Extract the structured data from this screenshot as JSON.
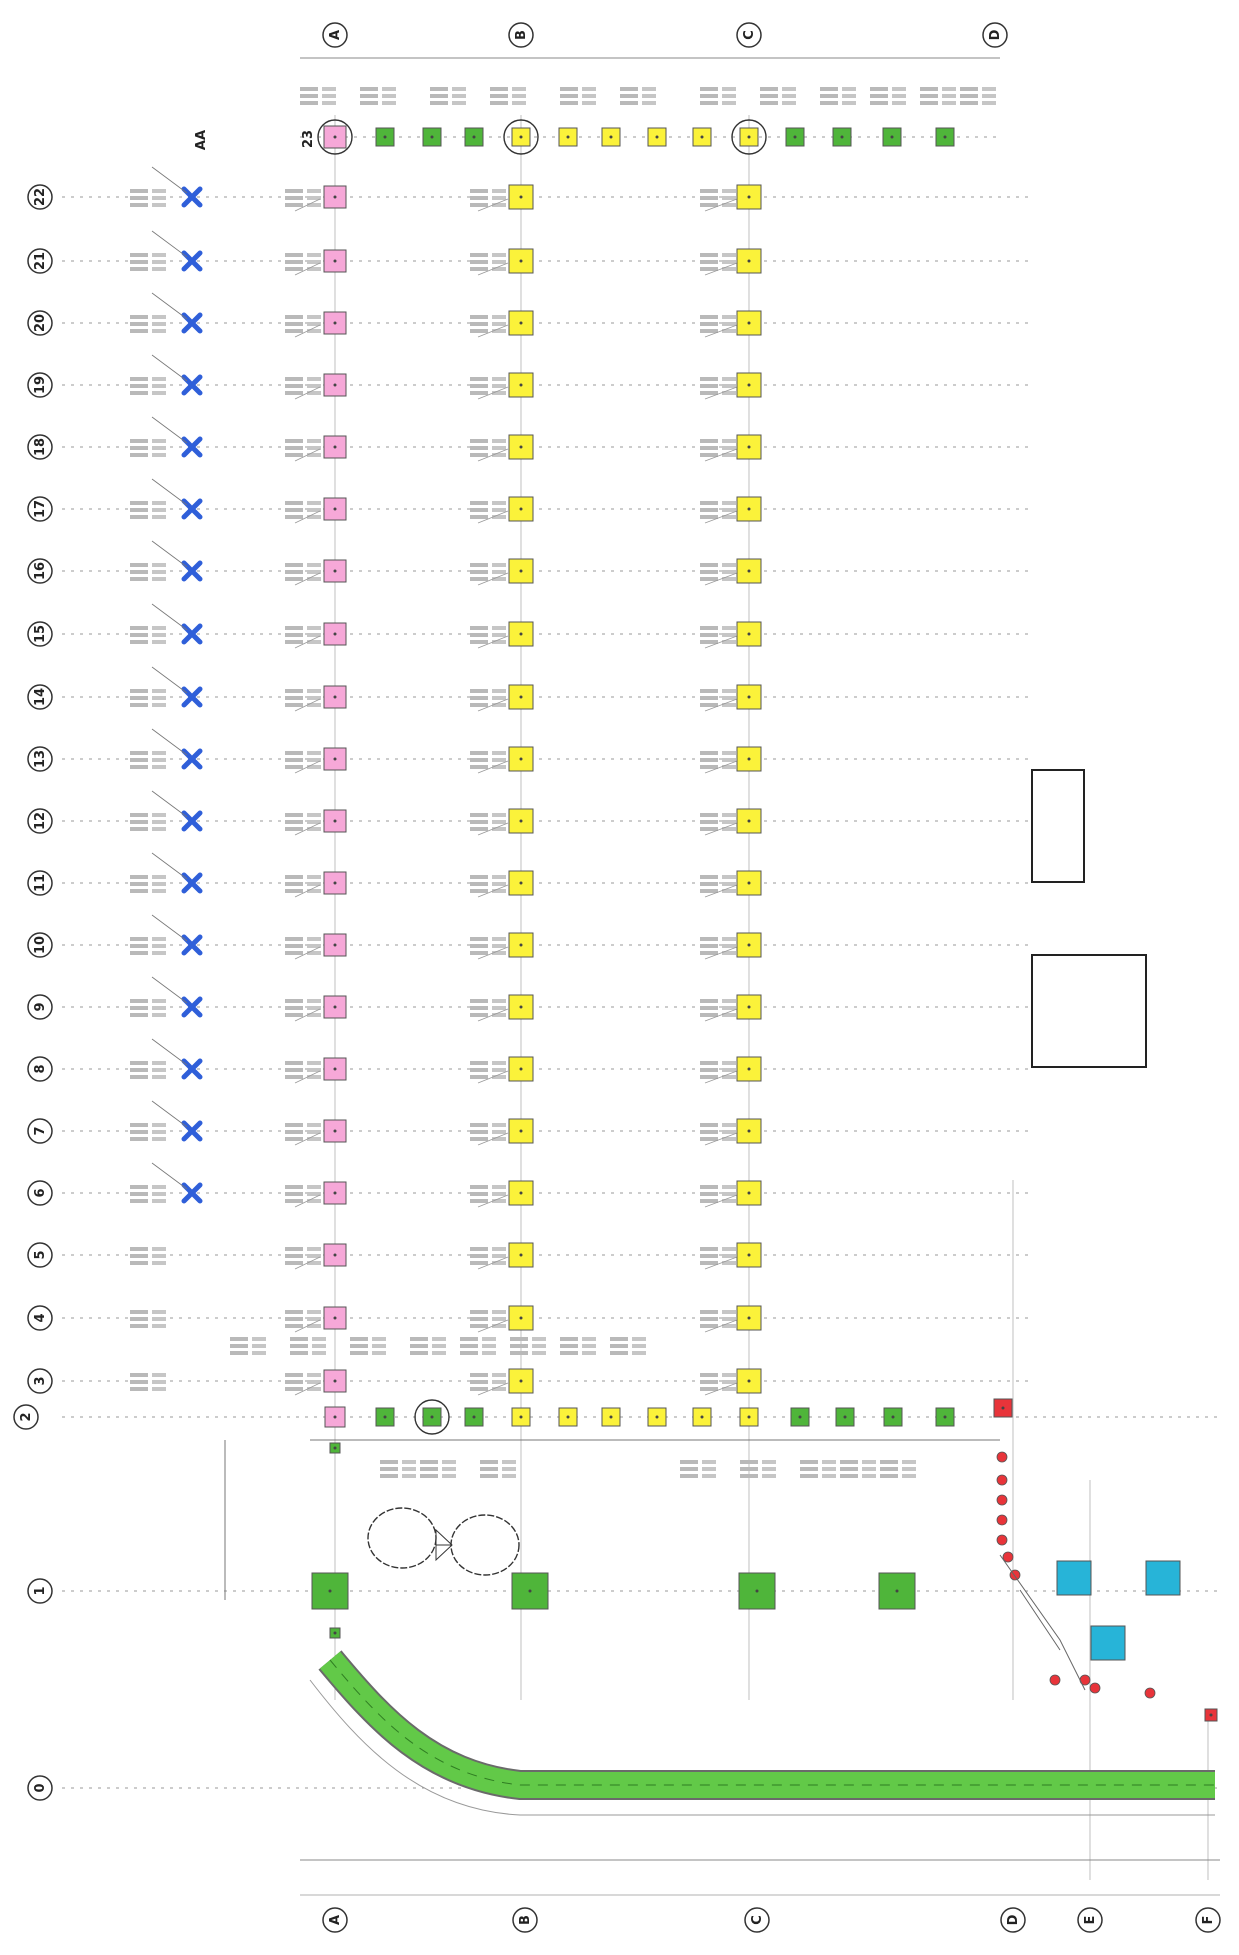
{
  "grid": {
    "columns_top": [
      "A",
      "B",
      "C",
      "D"
    ],
    "columns_bottom": [
      "A",
      "B",
      "C",
      "D",
      "E",
      "F"
    ],
    "rows": [
      "22",
      "21",
      "20",
      "19",
      "18",
      "17",
      "16",
      "15",
      "14",
      "13",
      "12",
      "11",
      "10",
      "9",
      "8",
      "7",
      "6",
      "5",
      "4",
      "3",
      "2",
      "1",
      "0"
    ],
    "aa_label": "AA",
    "row_23_label": "23"
  },
  "colors": {
    "pink": "#f6a8d8",
    "yellow": "#fbf23a",
    "green": "#4fb53a",
    "blue": "#2f5fd9",
    "cyan": "#27b4d8",
    "red": "#e8343a",
    "track": "#62c948"
  },
  "legend": {
    "box_small_label": "",
    "box_large_label": ""
  }
}
